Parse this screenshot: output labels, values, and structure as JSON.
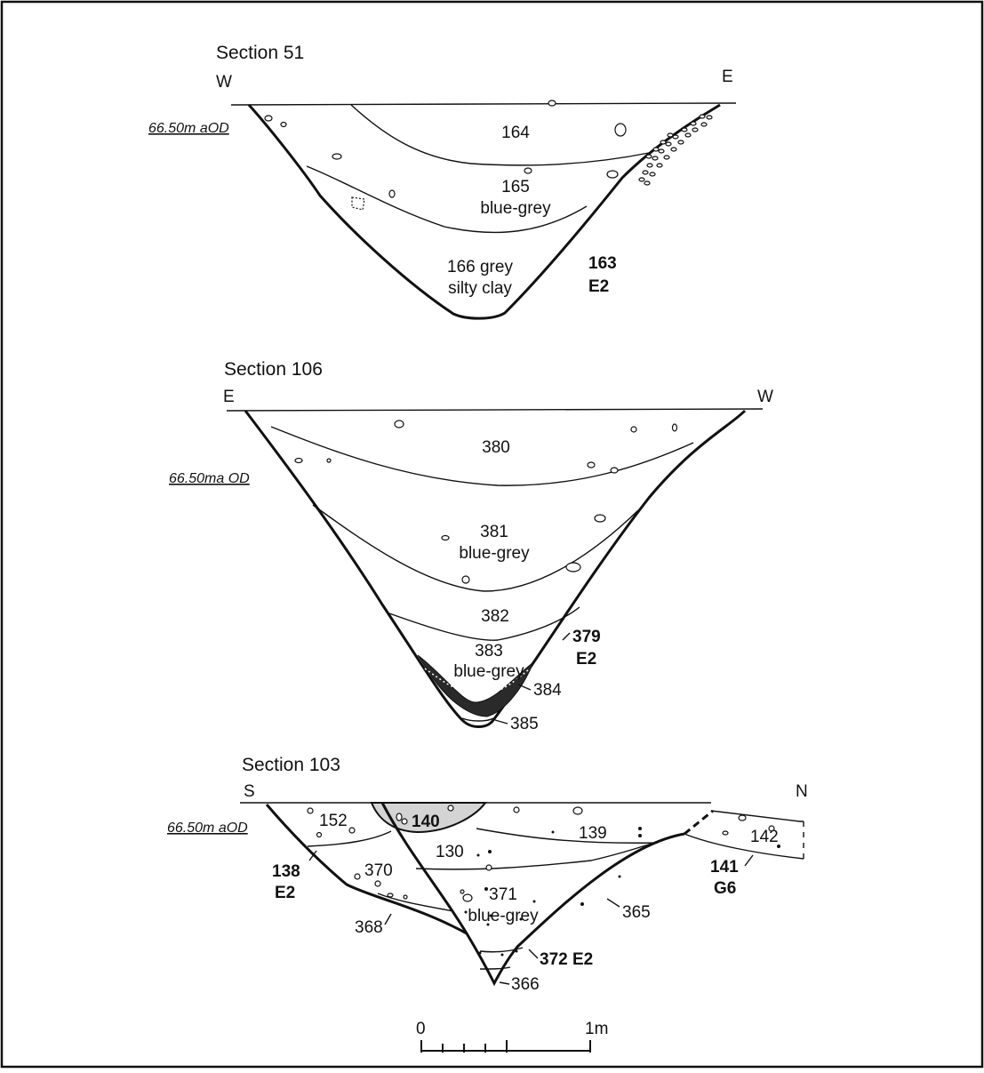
{
  "section51": {
    "title": "Section 51",
    "left_dir": "W",
    "right_dir": "E",
    "datum": "66.50m aOD",
    "layers": {
      "l164": "164",
      "l165_num": "165",
      "l165_desc": "blue-grey",
      "l166_a": "166 grey",
      "l166_b": "silty clay"
    },
    "cut_num": "163",
    "cut_group": "E2"
  },
  "section106": {
    "title": "Section 106",
    "left_dir": "E",
    "right_dir": "W",
    "datum": "66.50ma OD",
    "layers": {
      "l380": "380",
      "l381_num": "381",
      "l381_desc": "blue-grey",
      "l382": "382",
      "l383_num": "383",
      "l383_desc": "blue-grey",
      "l384": "384",
      "l385": "385"
    },
    "cut_num": "379",
    "cut_group": "E2"
  },
  "section103": {
    "title": "Section 103",
    "left_dir": "S",
    "right_dir": "N",
    "datum": "66.50m aOD",
    "layers": {
      "l152": "152",
      "l140": "140",
      "l139": "139",
      "l130": "130",
      "l370": "370",
      "l371_num": "371",
      "l371_desc": "blue-grey",
      "l365": "365",
      "l368": "368",
      "l366": "366",
      "l142": "142"
    },
    "cut138_num": "138",
    "cut138_group": "E2",
    "cut372": "372 E2",
    "cut141_num": "141",
    "cut141_group": "G6"
  },
  "scale_bar": {
    "start_label": "0",
    "end_label": "1m"
  },
  "colors": {
    "fill_140": "#d4d4d4",
    "line": "#111111"
  }
}
